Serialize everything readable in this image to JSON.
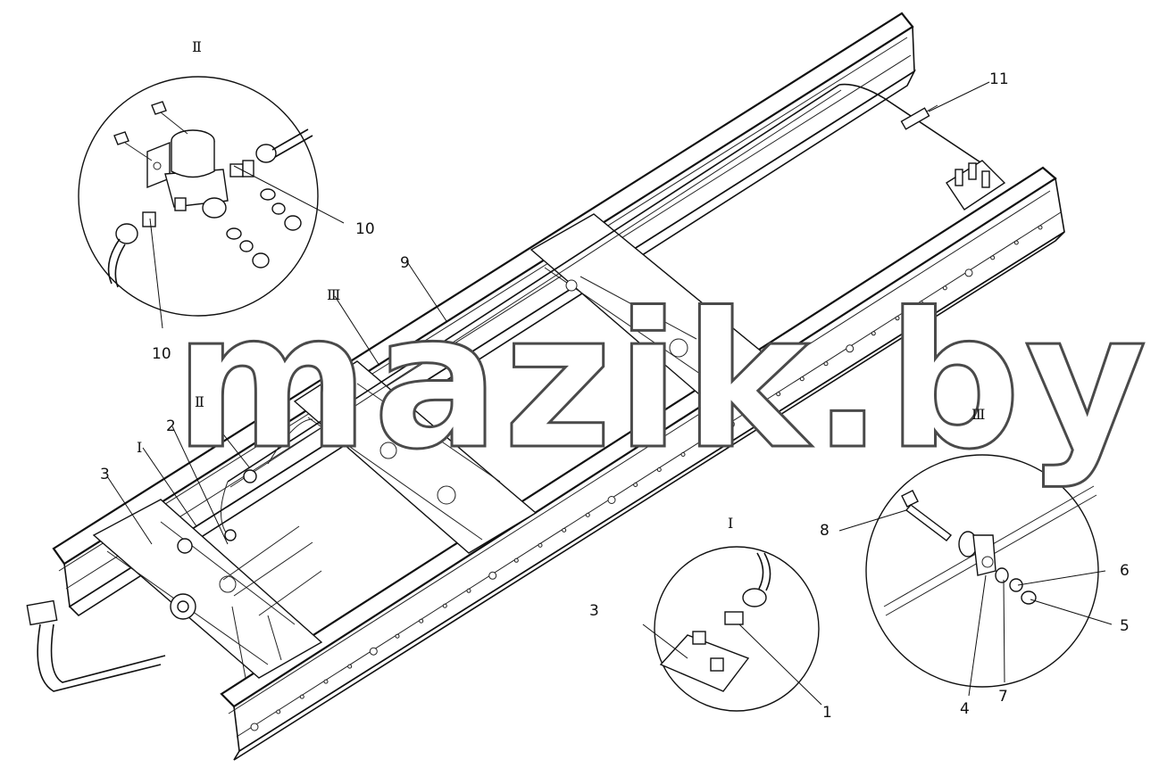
{
  "watermark": "mazik.by",
  "views": {
    "detail_II": {
      "roman": "Ⅱ"
    },
    "detail_I": {
      "roman": "I"
    },
    "detail_III": {
      "roman": "Ⅲ"
    },
    "main_II": {
      "roman": "Ⅱ"
    },
    "main_I": {
      "roman": "I"
    },
    "main_III": {
      "roman": "Ⅲ"
    }
  },
  "callouts": {
    "c1": "1",
    "c2": "2",
    "c3_main": "3",
    "c3_detail": "3",
    "c4": "4",
    "c5": "5",
    "c6": "6",
    "c7": "7",
    "c8": "8",
    "c9": "9",
    "c10_a": "10",
    "c10_b": "10",
    "c11": "11"
  },
  "colors": {
    "ink": "#111111",
    "watermark_outline": "#4a4a4a"
  }
}
